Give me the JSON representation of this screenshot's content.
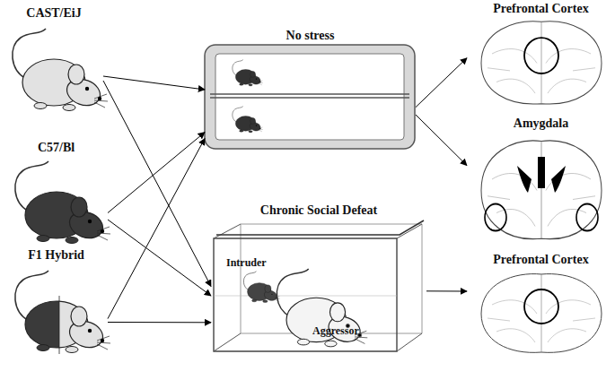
{
  "diagram": {
    "nodes": [
      {
        "text": [
          "CAST/EiJ"
        ]
      },
      {
        "text": [
          "C57/Bl"
        ]
      },
      {
        "text": [
          "F1 Hybrid"
        ]
      },
      {
        "text": [
          "No stress"
        ]
      },
      {
        "text": [
          "Chronic Social Defeat"
        ]
      },
      {
        "text": [
          "Prefrontal Cortex"
        ]
      },
      {
        "text": [
          "Amygdala"
        ]
      },
      {
        "text": [
          "Prefrontal Cortex"
        ]
      }
    ],
    "edges": [
      {
        "from": 0,
        "to": 3,
        "arrow": "to"
      },
      {
        "from": 0,
        "to": 4,
        "arrow": "to"
      },
      {
        "from": 1,
        "to": 3,
        "arrow": "to"
      },
      {
        "from": 1,
        "to": 4,
        "arrow": "to"
      },
      {
        "from": 2,
        "to": 3,
        "arrow": "to"
      },
      {
        "from": 2,
        "to": 4,
        "arrow": "to"
      },
      {
        "from": 3,
        "to": 5,
        "arrow": "to"
      },
      {
        "from": 3,
        "to": 6,
        "arrow": "to"
      },
      {
        "from": 4,
        "to": 7,
        "arrow": "to"
      }
    ],
    "labels": [
      "Intruder",
      "Aggressor"
    ]
  }
}
